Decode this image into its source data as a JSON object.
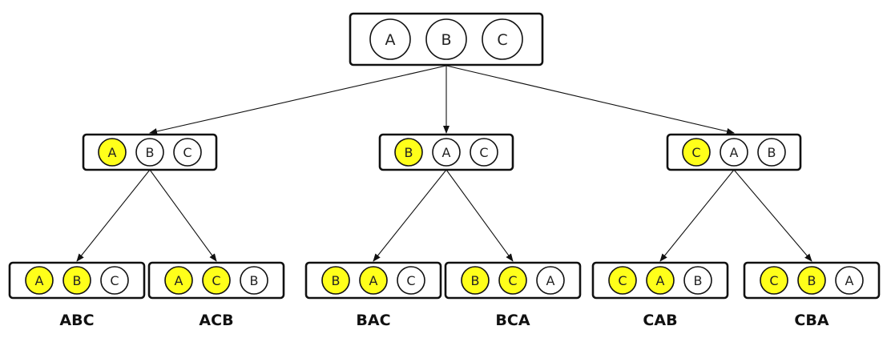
{
  "colors": {
    "highlight": "#ffff1a",
    "plain": "#ffffff",
    "stroke": "#111111"
  },
  "root": {
    "items": [
      "A",
      "B",
      "C"
    ],
    "chosen": 0
  },
  "level1": [
    {
      "items": [
        "A",
        "B",
        "C"
      ],
      "chosen": 1
    },
    {
      "items": [
        "B",
        "A",
        "C"
      ],
      "chosen": 1
    },
    {
      "items": [
        "C",
        "A",
        "B"
      ],
      "chosen": 1
    }
  ],
  "level2": [
    {
      "items": [
        "A",
        "B",
        "C"
      ],
      "chosen": 2,
      "label": "ABC"
    },
    {
      "items": [
        "A",
        "C",
        "B"
      ],
      "chosen": 2,
      "label": "ACB"
    },
    {
      "items": [
        "B",
        "A",
        "C"
      ],
      "chosen": 2,
      "label": "BAC"
    },
    {
      "items": [
        "B",
        "C",
        "A"
      ],
      "chosen": 2,
      "label": "BCA"
    },
    {
      "items": [
        "C",
        "A",
        "B"
      ],
      "chosen": 2,
      "label": "CAB"
    },
    {
      "items": [
        "C",
        "B",
        "A"
      ],
      "chosen": 2,
      "label": "CBA"
    }
  ]
}
